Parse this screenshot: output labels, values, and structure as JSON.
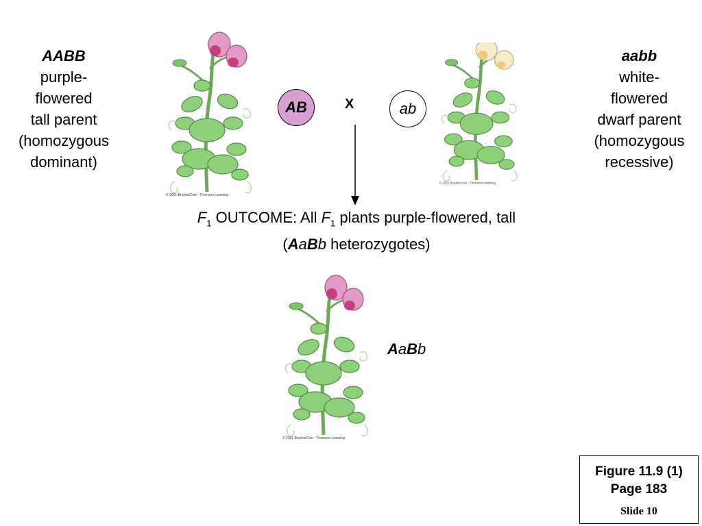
{
  "left_parent": {
    "genotype": "AABB",
    "lines": [
      "purple-",
      "flowered",
      "tall parent",
      "(homozygous",
      "dominant)"
    ]
  },
  "right_parent": {
    "genotype": "aabb",
    "lines": [
      "white-",
      "flowered",
      "dwarf parent",
      "(homozygous",
      "recessive)"
    ]
  },
  "gametes": {
    "dominant": "AB",
    "recessive": "ab"
  },
  "cross_symbol": "X",
  "outcome": {
    "f": "F",
    "sub": "1",
    "text1": " OUTCOME: All ",
    "text2": " plants purple-flowered, tall",
    "open": "(",
    "g1": "A",
    "g2": "a",
    "g3": "B",
    "g4": "b",
    "text3": " heterozygotes)"
  },
  "f1_genotype": {
    "g1": "A",
    "g2": "a",
    "g3": "B",
    "g4": "b"
  },
  "copyright": "© 2001 Brooks/Cole - Thomson Learning",
  "figure": {
    "line1": "Figure 11.9 (1)",
    "line2": "Page 183",
    "slide": "Slide 10"
  },
  "colors": {
    "purple_flower": "#e49ac6",
    "white_flower": "#f6eccd",
    "leaf": "#8fd07a",
    "gamete_fill": "#d9a0d3"
  }
}
